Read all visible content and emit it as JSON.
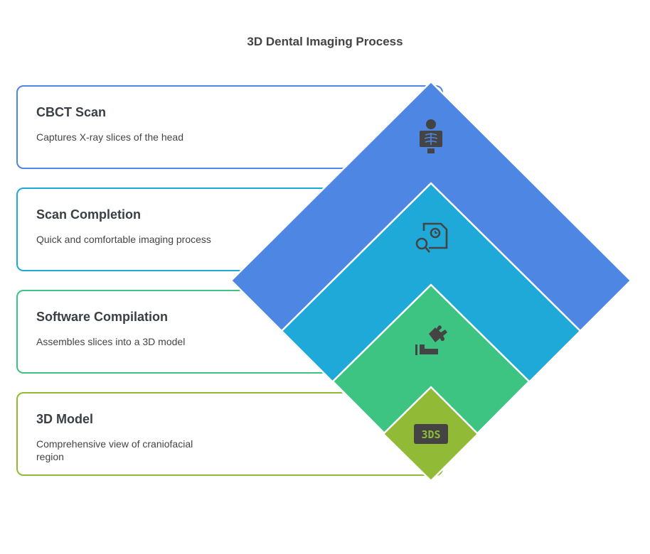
{
  "title": "3D Dental Imaging Process",
  "steps": [
    {
      "title": "CBCT Scan",
      "desc": "Captures X-ray slices of the head",
      "color": "#4d86e3",
      "icon": "xray-icon"
    },
    {
      "title": "Scan Completion",
      "desc": "Quick and comfortable imaging process",
      "color": "#1fa9d8",
      "icon": "file-search-clock-icon"
    },
    {
      "title": "Software Compilation",
      "desc": "Assembles slices into a 3D model",
      "color": "#3dc482",
      "icon": "puzzle-hand-icon"
    },
    {
      "title": "3D Model",
      "desc": "Comprehensive view of craniofacial region",
      "color": "#91bb37",
      "icon": "3ds-file-icon",
      "icon_text": "3DS"
    }
  ]
}
